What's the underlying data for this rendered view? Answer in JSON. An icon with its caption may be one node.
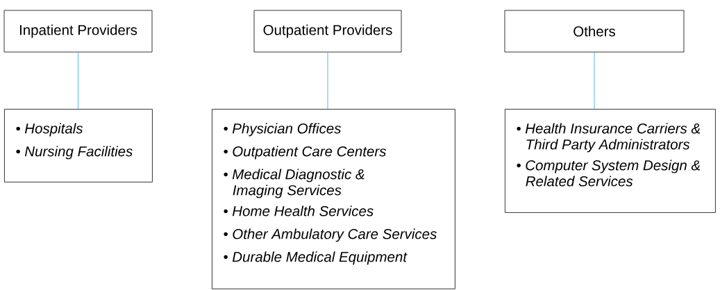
{
  "diagram": {
    "nodes": [
      {
        "text": [
          "Inpatient Providers"
        ]
      },
      {
        "text": [
          "Outpatient Providers"
        ]
      },
      {
        "text": [
          "Others"
        ]
      },
      {
        "text": [
          "• Hospitals",
          "• Nursing Facilities"
        ]
      },
      {
        "text": [
          "• Physician Offices",
          "• Outpatient Care Centers",
          "• Medical Diagnostic & Imaging Services",
          "• Home Health Services",
          "• Other Ambulatory Care Services",
          "• Durable Medical Equipment"
        ]
      },
      {
        "text": [
          "• Health Insurance Carriers & Third Party Administrators",
          "• Computer System Design & Related Services"
        ]
      }
    ],
    "edges": [
      {
        "from": 0,
        "to": 3,
        "arrow": "none"
      },
      {
        "from": 1,
        "to": 4,
        "arrow": "none"
      },
      {
        "from": 2,
        "to": 5,
        "arrow": "none"
      }
    ]
  }
}
